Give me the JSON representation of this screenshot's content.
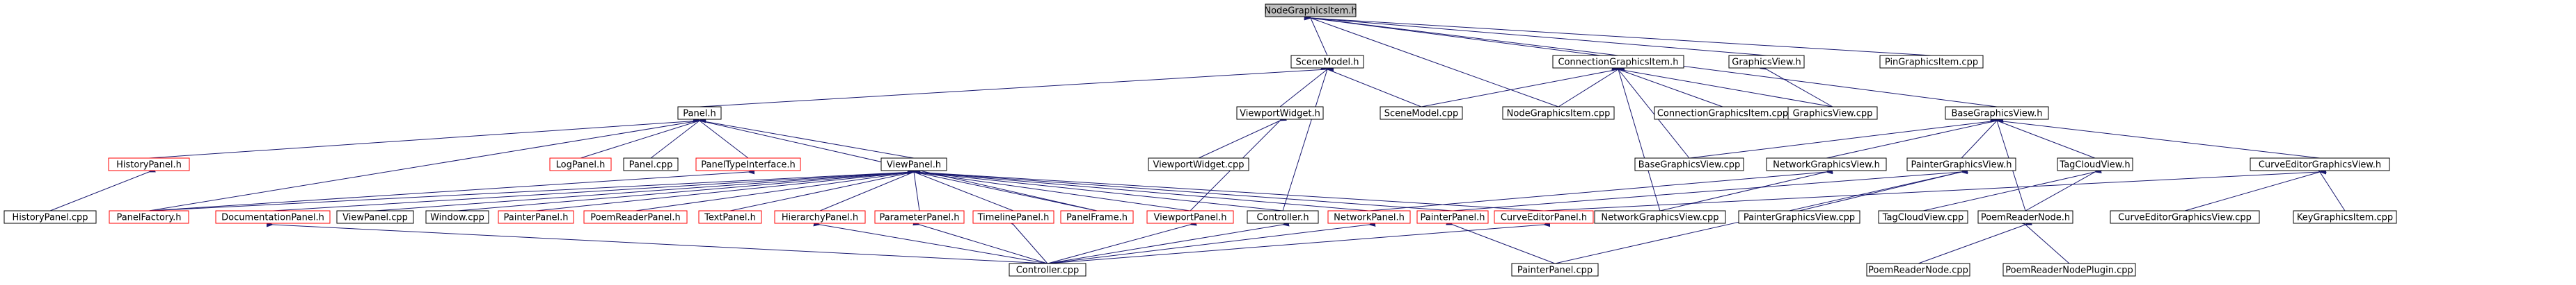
{
  "diagram": {
    "colors": {
      "root_fill": "#bfbfbf",
      "black_border": "#000000",
      "red_border": "#ff0000",
      "edge": "#191970"
    },
    "nodes": [
      {
        "id": "nodegraphicsitem_h",
        "label": "NodeGraphicsItem.h",
        "border": "black",
        "root": true
      },
      {
        "id": "scenemodel_h",
        "label": "SceneModel.h",
        "border": "black"
      },
      {
        "id": "connectiongraphicsitem_h",
        "label": "ConnectionGraphicsItem.h",
        "border": "black"
      },
      {
        "id": "graphicsview_h",
        "label": "GraphicsView.h",
        "border": "black"
      },
      {
        "id": "pingraphicsitem_cpp",
        "label": "PinGraphicsItem.cpp",
        "border": "black"
      },
      {
        "id": "panel_h",
        "label": "Panel.h",
        "border": "black"
      },
      {
        "id": "viewportwidget_h",
        "label": "ViewportWidget.h",
        "border": "black"
      },
      {
        "id": "scenemodel_cpp",
        "label": "SceneModel.cpp",
        "border": "black"
      },
      {
        "id": "nodegraphicsitem_cpp",
        "label": "NodeGraphicsItem.cpp",
        "border": "black"
      },
      {
        "id": "connectiongraphicsitem_cpp",
        "label": "ConnectionGraphicsItem.cpp",
        "border": "black"
      },
      {
        "id": "graphicsview_cpp",
        "label": "GraphicsView.cpp",
        "border": "black"
      },
      {
        "id": "basegraphicsview_h",
        "label": "BaseGraphicsView.h",
        "border": "black"
      },
      {
        "id": "historypanel_h",
        "label": "HistoryPanel.h",
        "border": "red"
      },
      {
        "id": "logpanel_h",
        "label": "LogPanel.h",
        "border": "red"
      },
      {
        "id": "panel_cpp",
        "label": "Panel.cpp",
        "border": "black"
      },
      {
        "id": "paneltypeinterface_h",
        "label": "PanelTypeInterface.h",
        "border": "red"
      },
      {
        "id": "viewpanel_h",
        "label": "ViewPanel.h",
        "border": "black"
      },
      {
        "id": "viewportwidget_cpp",
        "label": "ViewportWidget.cpp",
        "border": "black"
      },
      {
        "id": "basegraphicsview_cpp",
        "label": "BaseGraphicsView.cpp",
        "border": "black"
      },
      {
        "id": "networkgraphicsview_h",
        "label": "NetworkGraphicsView.h",
        "border": "black"
      },
      {
        "id": "paintergraphicsview_h",
        "label": "PainterGraphicsView.h",
        "border": "black"
      },
      {
        "id": "tagcloudview_h",
        "label": "TagCloudView.h",
        "border": "black"
      },
      {
        "id": "curveeditorgraphicsview_h",
        "label": "CurveEditorGraphicsView.h",
        "border": "black"
      },
      {
        "id": "historypanel_cpp",
        "label": "HistoryPanel.cpp",
        "border": "black"
      },
      {
        "id": "panelfactory_h",
        "label": "PanelFactory.h",
        "border": "red"
      },
      {
        "id": "documentationpanel_h",
        "label": "DocumentationPanel.h",
        "border": "red"
      },
      {
        "id": "viewpanel_cpp",
        "label": "ViewPanel.cpp",
        "border": "black"
      },
      {
        "id": "window_cpp",
        "label": "Window.cpp",
        "border": "black"
      },
      {
        "id": "painterpanel_h_a",
        "label": "PainterPanel.h",
        "border": "red"
      },
      {
        "id": "poemreaderpanel_h",
        "label": "PoemReaderPanel.h",
        "border": "red"
      },
      {
        "id": "textpanel_h",
        "label": "TextPanel.h",
        "border": "red"
      },
      {
        "id": "hierarchypanel_h",
        "label": "HierarchyPanel.h",
        "border": "red"
      },
      {
        "id": "parameterpanel_h",
        "label": "ParameterPanel.h",
        "border": "red"
      },
      {
        "id": "timelinepanel_h",
        "label": "TimelinePanel.h",
        "border": "red"
      },
      {
        "id": "panelframe_h",
        "label": "PanelFrame.h",
        "border": "red"
      },
      {
        "id": "viewportpanel_h",
        "label": "ViewportPanel.h",
        "border": "red"
      },
      {
        "id": "controller_h",
        "label": "Controller.h",
        "border": "black"
      },
      {
        "id": "networkpanel_h",
        "label": "NetworkPanel.h",
        "border": "red"
      },
      {
        "id": "painterpanel_h_b",
        "label": "PainterPanel.h",
        "border": "red"
      },
      {
        "id": "curveeditorpanel_h",
        "label": "CurveEditorPanel.h",
        "border": "red"
      },
      {
        "id": "networkgraphicsview_cpp",
        "label": "NetworkGraphicsView.cpp",
        "border": "black"
      },
      {
        "id": "paintergraphicsview_cpp",
        "label": "PainterGraphicsView.cpp",
        "border": "black"
      },
      {
        "id": "tagcloudview_cpp",
        "label": "TagCloudView.cpp",
        "border": "black"
      },
      {
        "id": "poemreadernode_h",
        "label": "PoemReaderNode.h",
        "border": "black"
      },
      {
        "id": "curveeditorgraphicsview_cpp",
        "label": "CurveEditorGraphicsView.cpp",
        "border": "black"
      },
      {
        "id": "keygraphicsitem_cpp",
        "label": "KeyGraphicsItem.cpp",
        "border": "black"
      },
      {
        "id": "controller_cpp",
        "label": "Controller.cpp",
        "border": "black"
      },
      {
        "id": "painterpanel_cpp",
        "label": "PainterPanel.cpp",
        "border": "black"
      },
      {
        "id": "poemreadernode_cpp",
        "label": "PoemReaderNode.cpp",
        "border": "black"
      },
      {
        "id": "poemreadernodeplugin_cpp",
        "label": "PoemReaderNodePlugin.cpp",
        "border": "black"
      }
    ],
    "edges": [
      [
        "nodegraphicsitem_h",
        "scenemodel_h"
      ],
      [
        "nodegraphicsitem_h",
        "connectiongraphicsitem_h"
      ],
      [
        "nodegraphicsitem_h",
        "graphicsview_h"
      ],
      [
        "nodegraphicsitem_h",
        "pingraphicsitem_cpp"
      ],
      [
        "nodegraphicsitem_h",
        "nodegraphicsitem_cpp"
      ],
      [
        "nodegraphicsitem_h",
        "basegraphicsview_h"
      ],
      [
        "scenemodel_h",
        "panel_h"
      ],
      [
        "scenemodel_h",
        "viewportwidget_h"
      ],
      [
        "scenemodel_h",
        "scenemodel_cpp"
      ],
      [
        "scenemodel_h",
        "controller_h"
      ],
      [
        "connectiongraphicsitem_h",
        "scenemodel_cpp"
      ],
      [
        "connectiongraphicsitem_h",
        "nodegraphicsitem_cpp"
      ],
      [
        "connectiongraphicsitem_h",
        "connectiongraphicsitem_cpp"
      ],
      [
        "connectiongraphicsitem_h",
        "graphicsview_cpp"
      ],
      [
        "connectiongraphicsitem_h",
        "basegraphicsview_cpp"
      ],
      [
        "connectiongraphicsitem_h",
        "networkgraphicsview_cpp"
      ],
      [
        "graphicsview_h",
        "graphicsview_cpp"
      ],
      [
        "panel_h",
        "historypanel_h"
      ],
      [
        "panel_h",
        "logpanel_h"
      ],
      [
        "panel_h",
        "panel_cpp"
      ],
      [
        "panel_h",
        "paneltypeinterface_h"
      ],
      [
        "panel_h",
        "viewpanel_h"
      ],
      [
        "panel_h",
        "panelfactory_h"
      ],
      [
        "panel_h",
        "panelframe_h"
      ],
      [
        "viewportwidget_h",
        "viewportwidget_cpp"
      ],
      [
        "viewportwidget_h",
        "viewportpanel_h"
      ],
      [
        "basegraphicsview_h",
        "basegraphicsview_cpp"
      ],
      [
        "basegraphicsview_h",
        "networkgraphicsview_h"
      ],
      [
        "basegraphicsview_h",
        "paintergraphicsview_h"
      ],
      [
        "basegraphicsview_h",
        "tagcloudview_h"
      ],
      [
        "basegraphicsview_h",
        "curveeditorgraphicsview_h"
      ],
      [
        "basegraphicsview_h",
        "poemreadernode_h"
      ],
      [
        "historypanel_h",
        "historypanel_cpp"
      ],
      [
        "paneltypeinterface_h",
        "panelfactory_h"
      ],
      [
        "viewpanel_h",
        "panelfactory_h"
      ],
      [
        "viewpanel_h",
        "documentationpanel_h"
      ],
      [
        "viewpanel_h",
        "viewpanel_cpp"
      ],
      [
        "viewpanel_h",
        "window_cpp"
      ],
      [
        "viewpanel_h",
        "painterpanel_h_a"
      ],
      [
        "viewpanel_h",
        "poemreaderpanel_h"
      ],
      [
        "viewpanel_h",
        "textpanel_h"
      ],
      [
        "viewpanel_h",
        "hierarchypanel_h"
      ],
      [
        "viewpanel_h",
        "parameterpanel_h"
      ],
      [
        "viewpanel_h",
        "timelinepanel_h"
      ],
      [
        "viewpanel_h",
        "panelframe_h"
      ],
      [
        "viewpanel_h",
        "viewportpanel_h"
      ],
      [
        "viewpanel_h",
        "controller_h"
      ],
      [
        "viewpanel_h",
        "networkpanel_h"
      ],
      [
        "viewpanel_h",
        "painterpanel_h_b"
      ],
      [
        "viewpanel_h",
        "curveeditorpanel_h"
      ],
      [
        "networkgraphicsview_h",
        "networkpanel_h"
      ],
      [
        "networkgraphicsview_h",
        "networkgraphicsview_cpp"
      ],
      [
        "paintergraphicsview_h",
        "painterpanel_h_b"
      ],
      [
        "paintergraphicsview_h",
        "paintergraphicsview_cpp"
      ],
      [
        "paintergraphicsview_h",
        "painterpanel_cpp"
      ],
      [
        "tagcloudview_h",
        "tagcloudview_cpp"
      ],
      [
        "tagcloudview_h",
        "poemreadernode_h"
      ],
      [
        "curveeditorgraphicsview_h",
        "curveeditorpanel_h"
      ],
      [
        "curveeditorgraphicsview_h",
        "curveeditorgraphicsview_cpp"
      ],
      [
        "curveeditorgraphicsview_h",
        "keygraphicsitem_cpp"
      ],
      [
        "documentationpanel_h",
        "controller_cpp"
      ],
      [
        "hierarchypanel_h",
        "controller_cpp"
      ],
      [
        "parameterpanel_h",
        "controller_cpp"
      ],
      [
        "timelinepanel_h",
        "controller_cpp"
      ],
      [
        "viewportpanel_h",
        "controller_cpp"
      ],
      [
        "controller_h",
        "controller_cpp"
      ],
      [
        "networkpanel_h",
        "controller_cpp"
      ],
      [
        "painterpanel_h_b",
        "painterpanel_cpp"
      ],
      [
        "curveeditorpanel_h",
        "controller_cpp"
      ],
      [
        "poemreadernode_h",
        "poemreadernode_cpp"
      ],
      [
        "poemreadernode_h",
        "poemreadernodeplugin_cpp"
      ]
    ]
  }
}
